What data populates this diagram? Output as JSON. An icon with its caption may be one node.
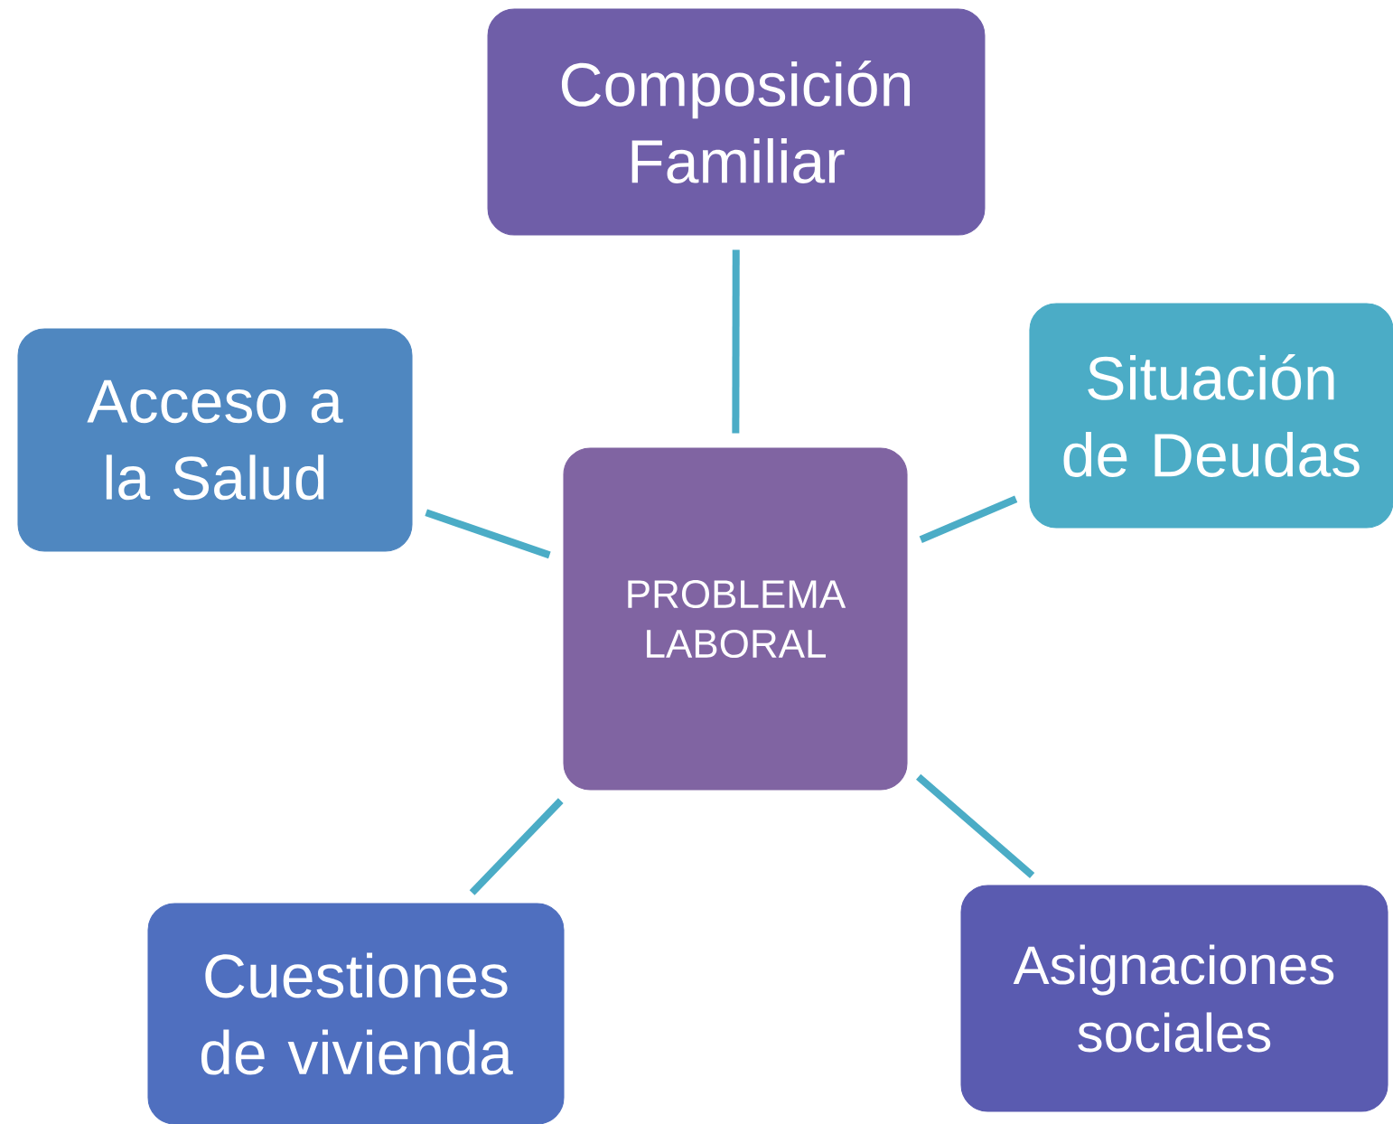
{
  "diagram": {
    "nodes": [
      {
        "text": [
          "Composición Familiar"
        ]
      },
      {
        "text": [
          "Acceso a la Salud"
        ]
      },
      {
        "text": [
          "Situación de Deudas"
        ]
      },
      {
        "text": [
          "PROBLEMA LABORAL"
        ]
      },
      {
        "text": [
          "Cuestiones de vivienda"
        ]
      },
      {
        "text": [
          "Asignaciones sociales"
        ]
      }
    ],
    "edges": [
      {
        "from": 3,
        "to": 0,
        "arrow": "none"
      },
      {
        "from": 3,
        "to": 1,
        "arrow": "none"
      },
      {
        "from": 3,
        "to": 2,
        "arrow": "none"
      },
      {
        "from": 3,
        "to": 4,
        "arrow": "none"
      },
      {
        "from": 3,
        "to": 5,
        "arrow": "none"
      }
    ]
  }
}
